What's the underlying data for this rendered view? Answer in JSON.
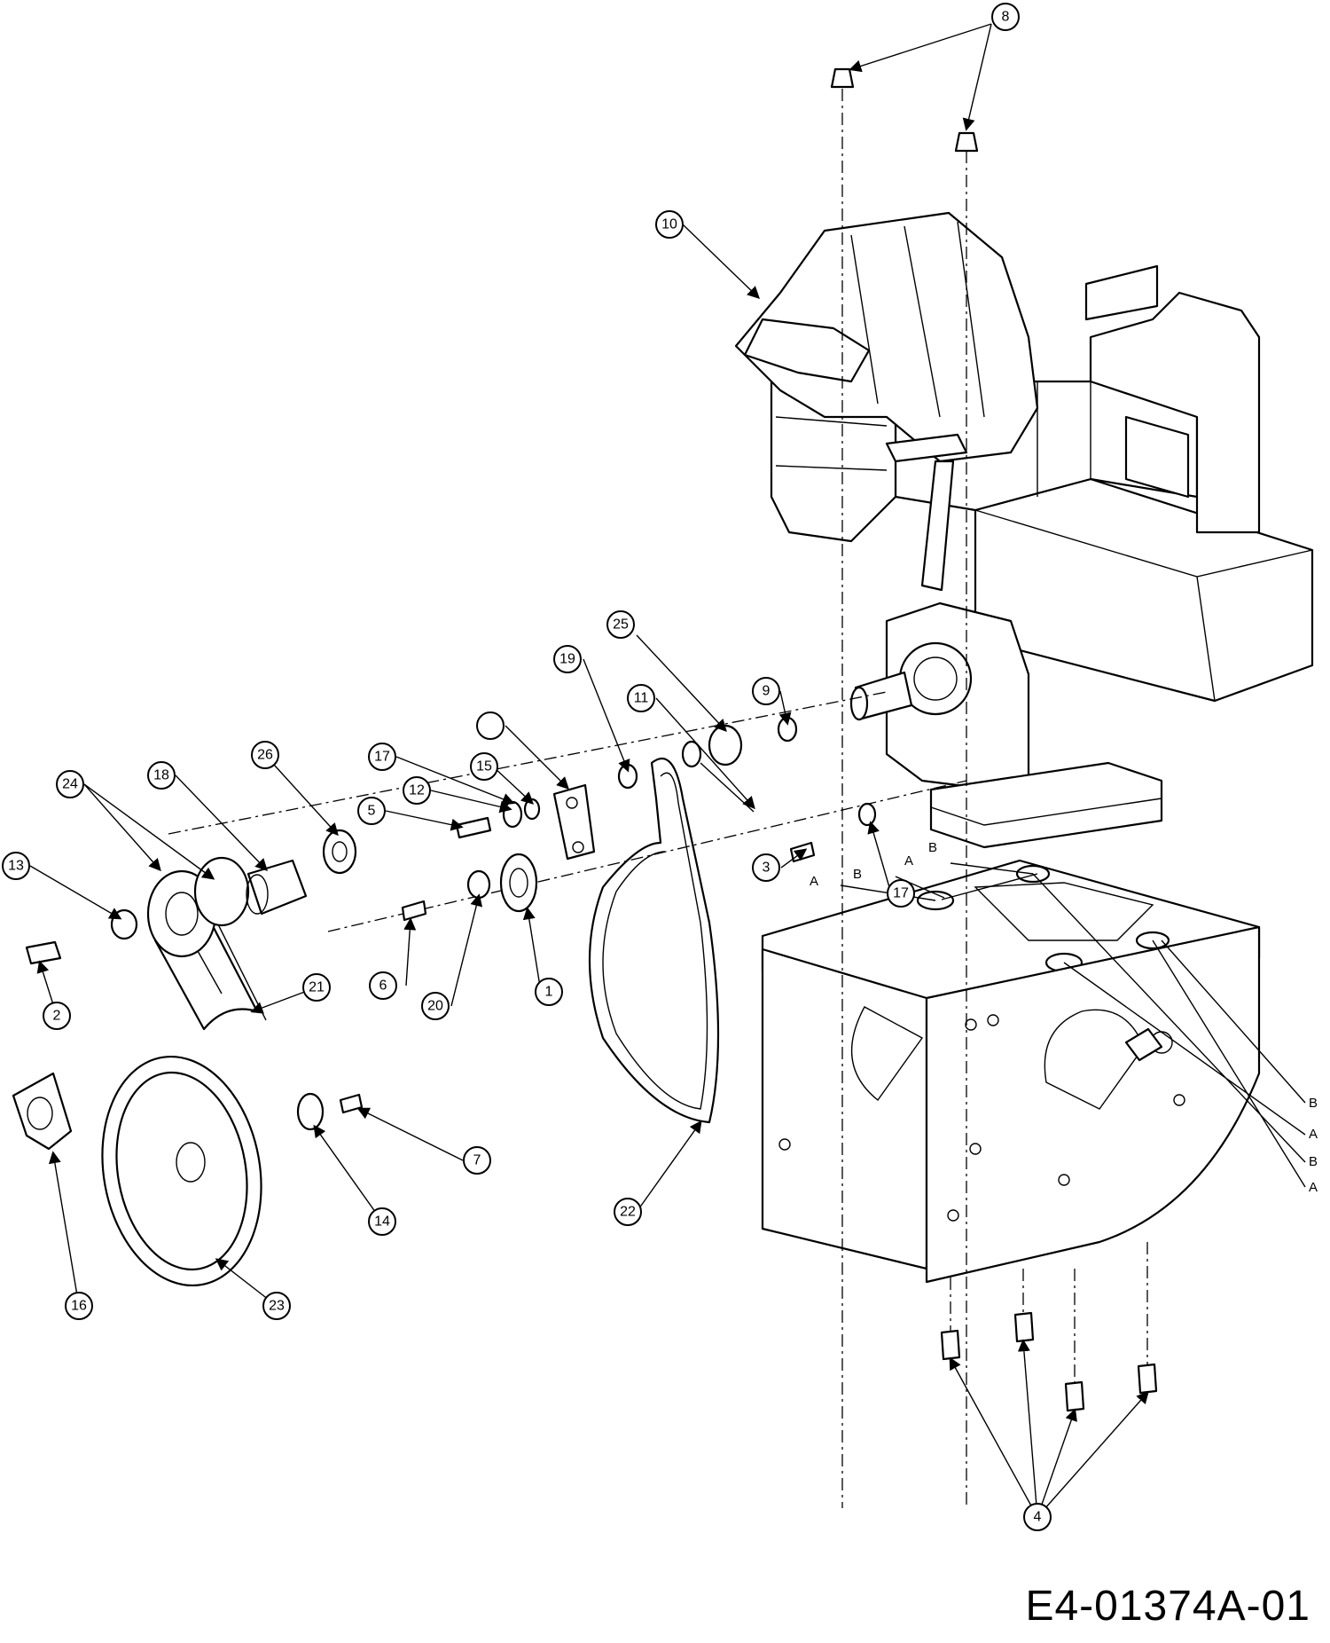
{
  "diagram": {
    "document_code": "E4-01374A-01",
    "callouts": [
      "1",
      "2",
      "3",
      "4",
      "5",
      "6",
      "7",
      "8",
      "9",
      "10",
      "11",
      "12",
      "13",
      "14",
      "15",
      "16",
      "17",
      "18",
      "19",
      "20",
      "21",
      "22",
      "23",
      "24",
      "25",
      "26"
    ],
    "edge_labels": [
      "A",
      "B"
    ]
  }
}
